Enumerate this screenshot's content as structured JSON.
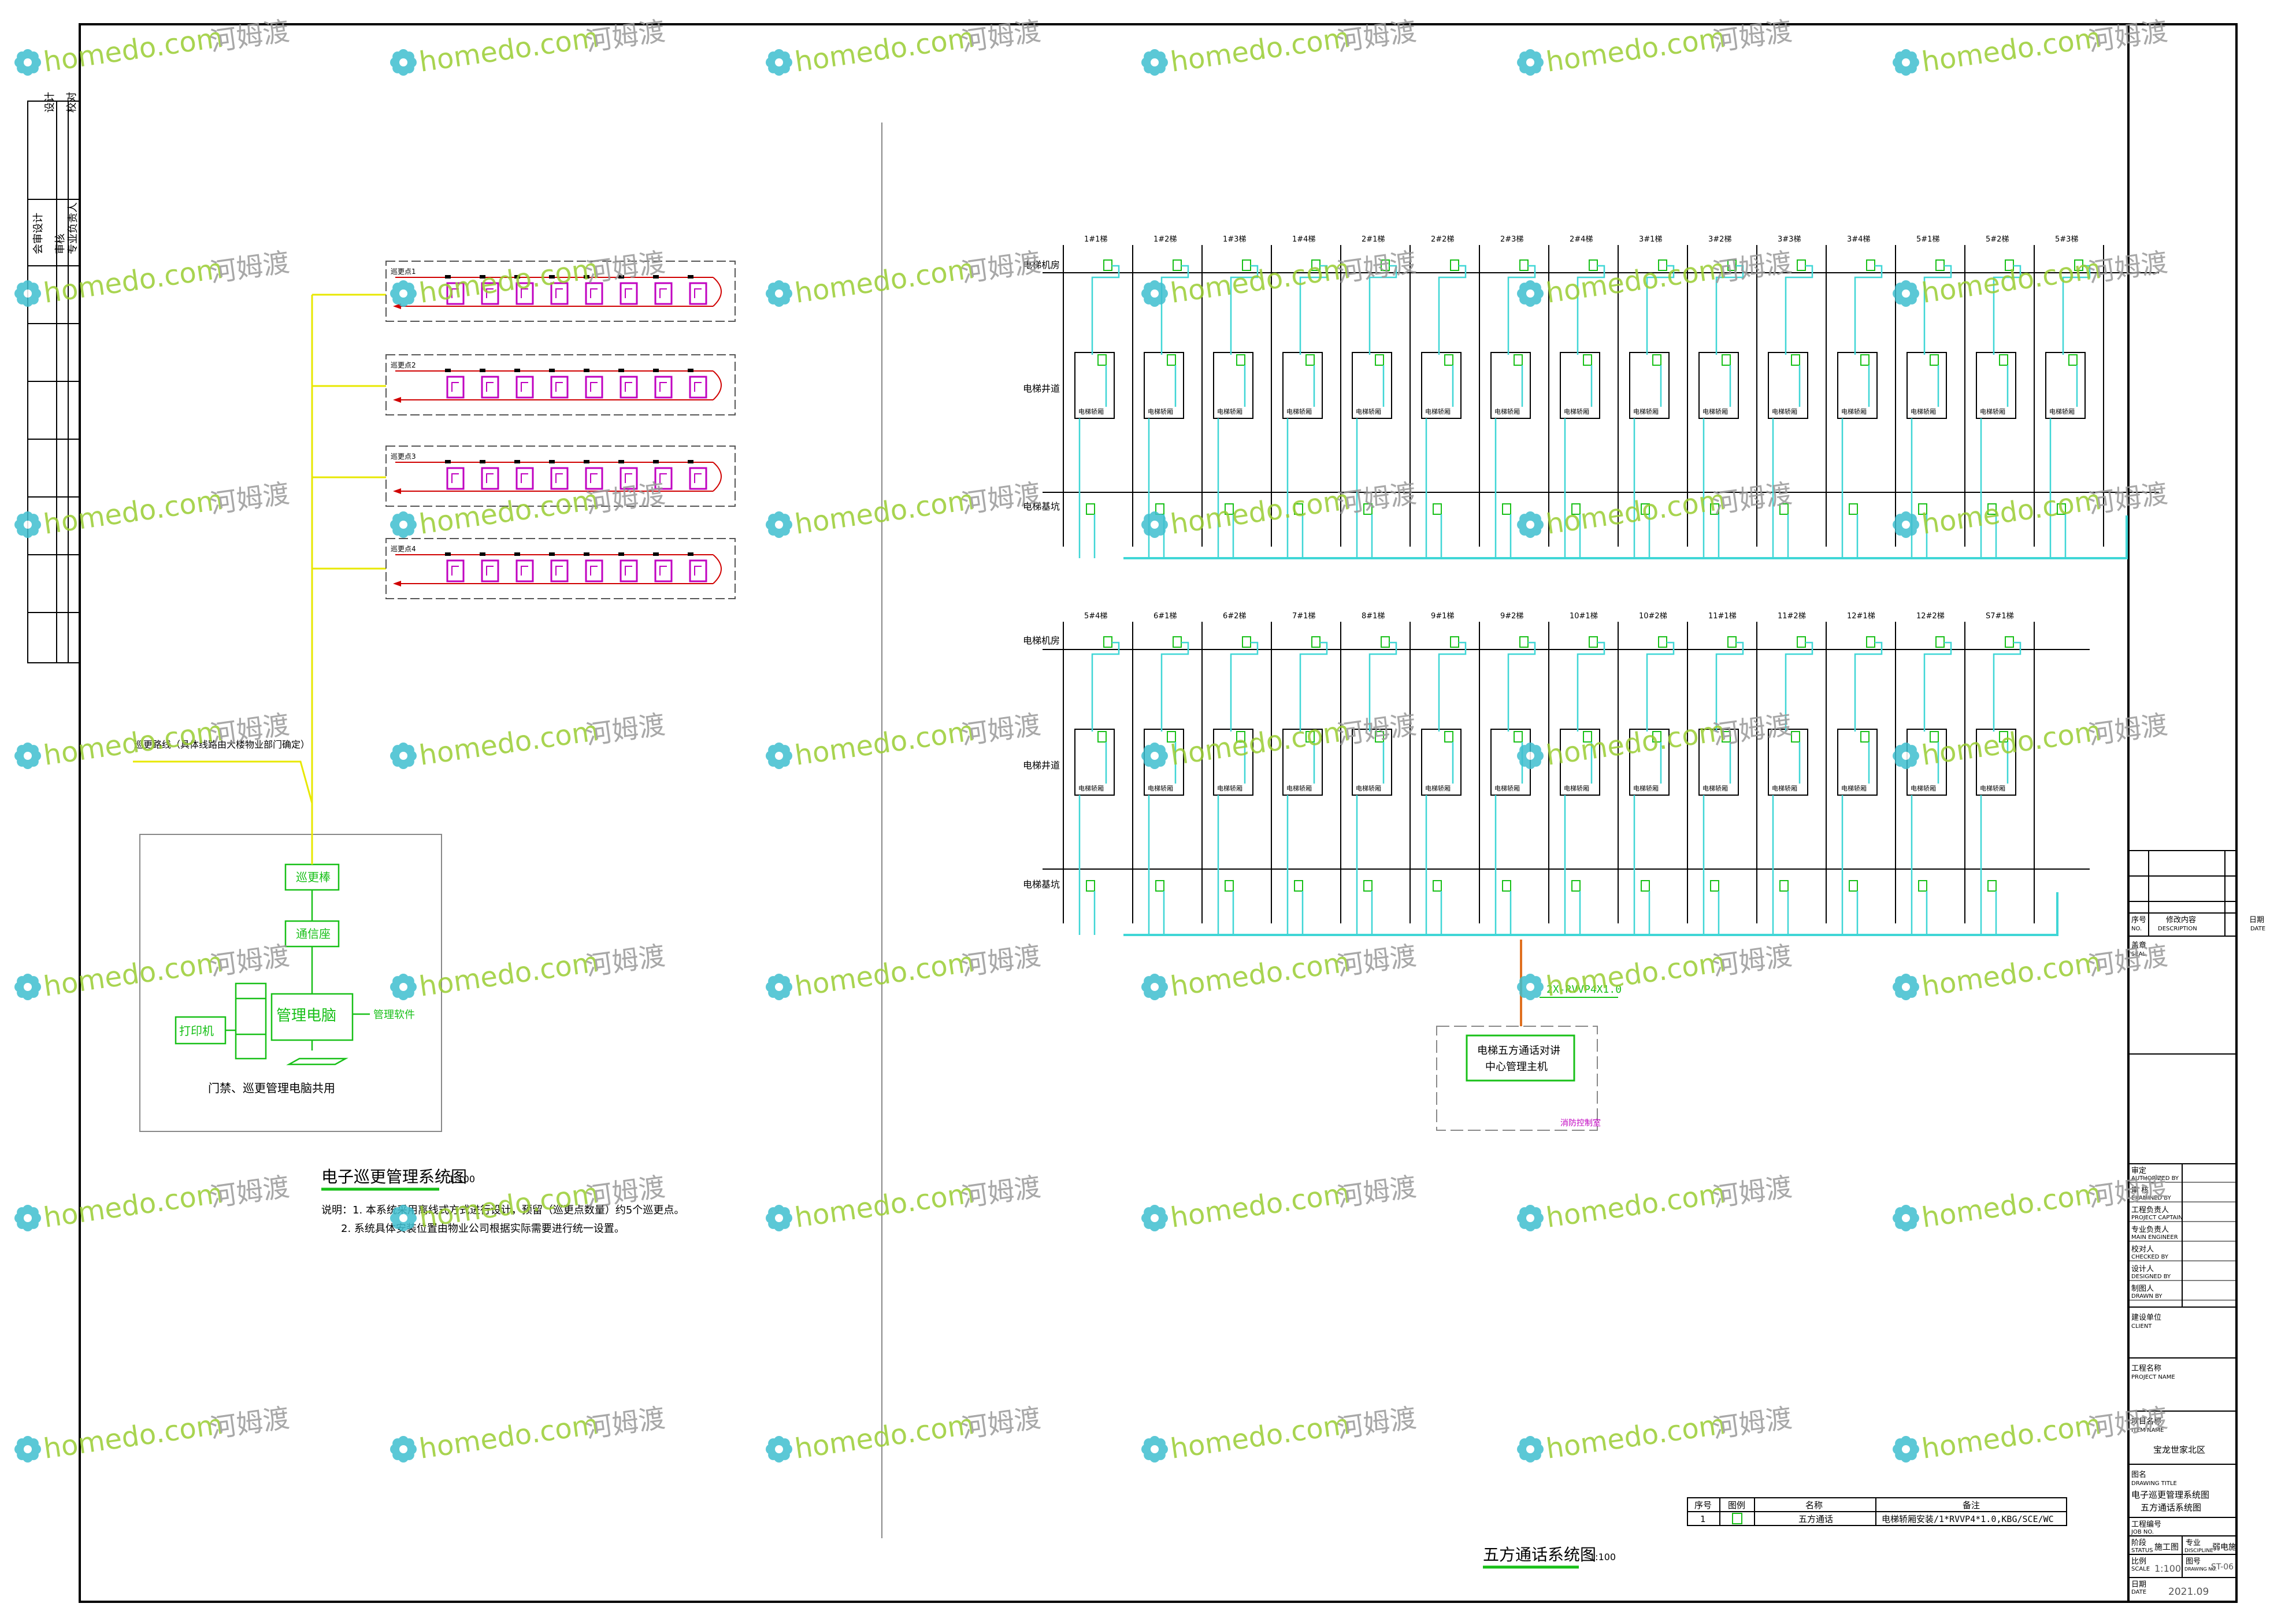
{
  "colors": {
    "border": "#000000",
    "cyan": "#3fd6d6",
    "green": "#18c018",
    "yellow": "#e8e800",
    "magenta": "#c000c0",
    "red": "#d00000",
    "orange": "#e07020",
    "watermark_teal": "#3fbfd0",
    "watermark_green": "#9acd32"
  },
  "watermark": {
    "brand": "homedo.com",
    "cn": "河姆渡"
  },
  "left_strip": {
    "top": [
      "设计",
      "校对"
    ],
    "mid": [
      "会审设计",
      "审核",
      "专业负责人"
    ]
  },
  "patrol": {
    "title": "电子巡更管理系统图",
    "scale": "1:100",
    "notes": [
      "说明：1. 本系统采用离线式方式进行设计，预留（巡更点数量）约5个巡更点。",
      "2. 系统具体安装位置由物业公司根据实际需要进行统一设置。"
    ],
    "route_label": "巡更路线（具体线路由大楼物业部门确定）",
    "stations": [
      "巡更点1",
      "巡更点2",
      "巡更点3",
      "巡更点4"
    ],
    "reader": "巡更棒",
    "transmitter": "通信座",
    "printer": "打印机",
    "computer": "管理电脑",
    "software": "管理软件",
    "shared": "门禁、巡更管理电脑共用"
  },
  "intercom": {
    "title": "五方通话系统图",
    "scale": "1:100",
    "row_labels": [
      "电梯机房",
      "电梯井道",
      "电梯基坑"
    ],
    "car_label": "电梯轿厢",
    "row1": [
      "1#1梯",
      "1#2梯",
      "1#3梯",
      "1#4梯",
      "2#1梯",
      "2#2梯",
      "2#3梯",
      "2#4梯",
      "3#1梯",
      "3#2梯",
      "3#3梯",
      "3#4梯",
      "5#1梯",
      "5#2梯",
      "5#3梯"
    ],
    "row2": [
      "5#4梯",
      "6#1梯",
      "6#2梯",
      "7#1梯",
      "8#1梯",
      "9#1梯",
      "9#2梯",
      "10#1梯",
      "10#2梯",
      "11#1梯",
      "11#2梯",
      "12#1梯",
      "12#2梯",
      "S7#1梯"
    ],
    "cable": "2X-RVVP4X1.0",
    "host_line1": "电梯五方通话对讲",
    "host_line2": "中心管理主机",
    "room": "消防控制室"
  },
  "legend": {
    "headers": [
      "序号",
      "图例",
      "名称",
      "备注"
    ],
    "rows": [
      [
        "1",
        "",
        "五方通话",
        "电梯轿厢安装/1*RVVP4*1.0,KBG/SCE/WC"
      ]
    ]
  },
  "title_block": {
    "revision_headers": [
      "序号",
      "修改内容",
      "日期"
    ],
    "revision_headers_en": [
      "NO.",
      "DESCRIPTION",
      "DATE"
    ],
    "seal": "盖章",
    "seal_en": "SEAL",
    "roles": [
      [
        "审定",
        "AUTHORIZED BY"
      ],
      [
        "审 核",
        "EXAMINED BY"
      ],
      [
        "工程负责人",
        "PROJECT CAPTAIN"
      ],
      [
        "专业负责人",
        "MAIN ENGINEER"
      ],
      [
        "校对人",
        "CHECKED BY"
      ],
      [
        "设计人",
        "DESIGNED BY"
      ],
      [
        "制图人",
        "DRAWN BY"
      ]
    ],
    "client": "建设单位",
    "client_en": "CLIENT",
    "project": "工程名称",
    "project_en": "PROJECT NAME",
    "item": "项目名称",
    "item_en": "ITEM NAME",
    "item_value": "宝龙世家北区",
    "drawing_title": "图名",
    "drawing_title_en": "DRAWING TITLE",
    "drawing_title_v1": "电子巡更管理系统图",
    "drawing_title_v2": "五方通话系统图",
    "job_no": "工程编号",
    "job_no_en": "JOB NO.",
    "status": "阶段",
    "status_en": "STATUS",
    "status_value": "施工图",
    "discipline": "专业",
    "discipline_en": "DISCIPLINE",
    "discipline_value": "弱电施",
    "scale": "比例",
    "scale_en": "SCALE",
    "scale_value": "1:100",
    "drawing_no": "图号",
    "drawing_no_en": "DRAWING NO.",
    "drawing_no_value": "ST-06",
    "date": "日期",
    "date_en": "DATE",
    "date_value": "2021.09"
  }
}
